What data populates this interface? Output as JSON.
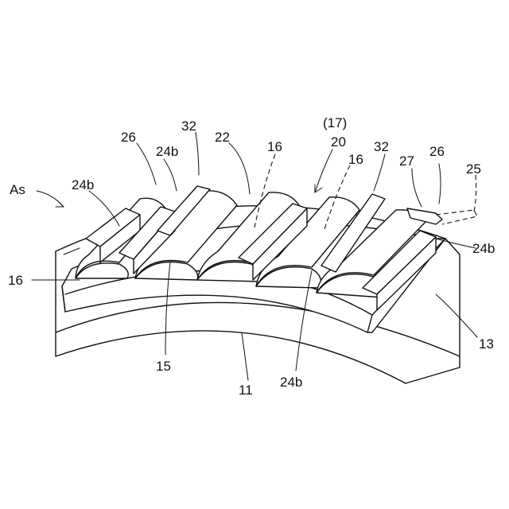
{
  "labels": {
    "as": "As",
    "ref_26_left": "26",
    "ref_32_left": "32",
    "ref_24b_top": "24b",
    "ref_22": "22",
    "ref_16_top": "16",
    "ref_17": "(17)",
    "ref_20": "20",
    "ref_16_mid": "16",
    "ref_32_right": "32",
    "ref_27": "27",
    "ref_26_right": "26",
    "ref_25": "25",
    "ref_24b_left": "24b",
    "ref_24b_right": "24b",
    "ref_16_left": "16",
    "ref_13": "13",
    "ref_15": "15",
    "ref_11": "11",
    "ref_24b_bottom": "24b"
  }
}
